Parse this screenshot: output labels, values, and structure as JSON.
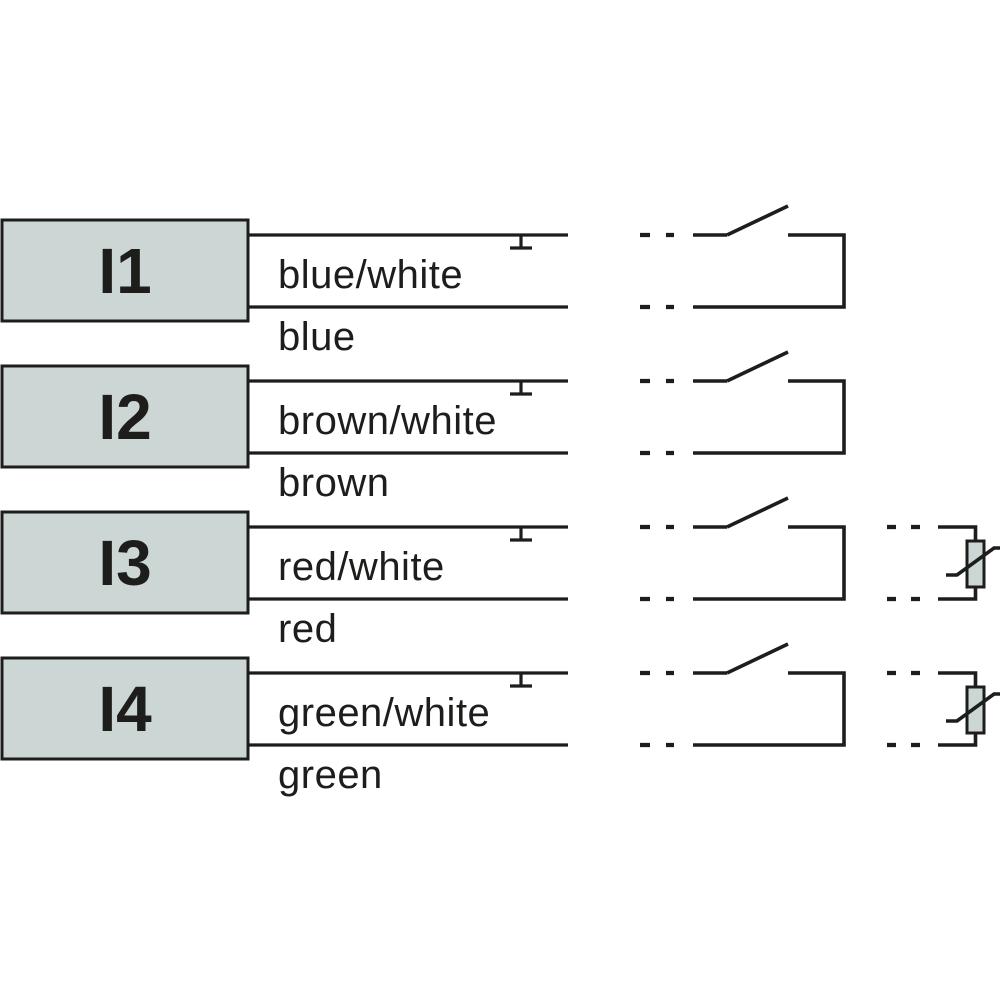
{
  "diagram": {
    "title": "input-wiring-diagram",
    "background": "#ffffff",
    "colors": {
      "box_fill": "#ccd6d4",
      "line": "#1d1d1b",
      "text": "#1d1d1b"
    },
    "rows": [
      {
        "input_label": "I1",
        "top_wire_label": "blue/white",
        "bottom_wire_label": "blue",
        "has_termination_sensor": false
      },
      {
        "input_label": "I2",
        "top_wire_label": "brown/white",
        "bottom_wire_label": "brown",
        "has_termination_sensor": false
      },
      {
        "input_label": "I3",
        "top_wire_label": "red/white",
        "bottom_wire_label": "red",
        "has_termination_sensor": true
      },
      {
        "input_label": "I4",
        "top_wire_label": "green/white",
        "bottom_wire_label": "green",
        "has_termination_sensor": true
      }
    ],
    "symbols": {
      "shield_icon": "shield-terminal-icon",
      "switch_icon": "normally-open-switch-icon",
      "sensor_icon": "thermistor-icon",
      "break_icon": "wire-break-dashes"
    }
  }
}
